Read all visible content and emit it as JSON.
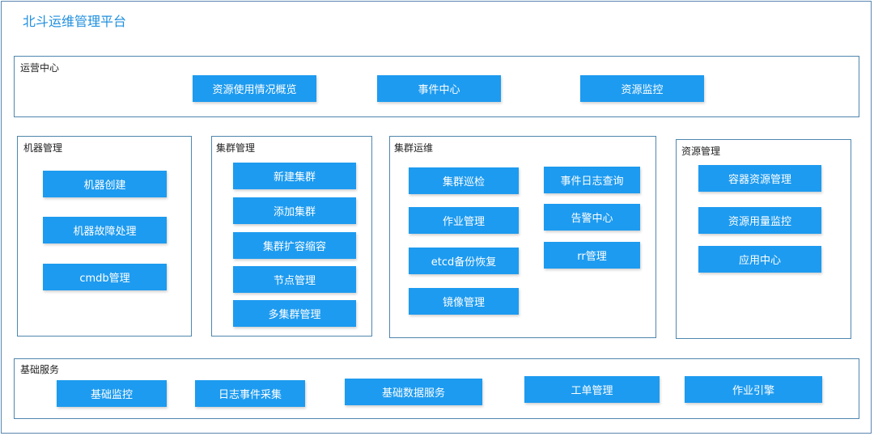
{
  "title": "北斗运维管理平台",
  "ops_center": {
    "label": "运营中心",
    "items": [
      "资源使用情况概览",
      "事件中心",
      "资源监控"
    ]
  },
  "machine": {
    "label": "机器管理",
    "items": [
      "机器创建",
      "机器故障处理",
      "cmdb管理"
    ]
  },
  "cluster_mgmt": {
    "label": "集群管理",
    "items": [
      "新建集群",
      "添加集群",
      "集群扩容缩容",
      "节点管理",
      "多集群管理"
    ]
  },
  "cluster_ops": {
    "label": "集群运维",
    "left": [
      "集群巡检",
      "作业管理",
      "etcd备份恢复",
      "镜像管理"
    ],
    "right": [
      "事件日志查询",
      "告警中心",
      "rr管理"
    ]
  },
  "resource": {
    "label": "资源管理",
    "items": [
      "容器资源管理",
      "资源用量监控",
      "应用中心"
    ]
  },
  "base": {
    "label": "基础服务",
    "items": [
      "基础监控",
      "日志事件采集",
      "基础数据服务",
      "工单管理",
      "作业引擎"
    ]
  }
}
